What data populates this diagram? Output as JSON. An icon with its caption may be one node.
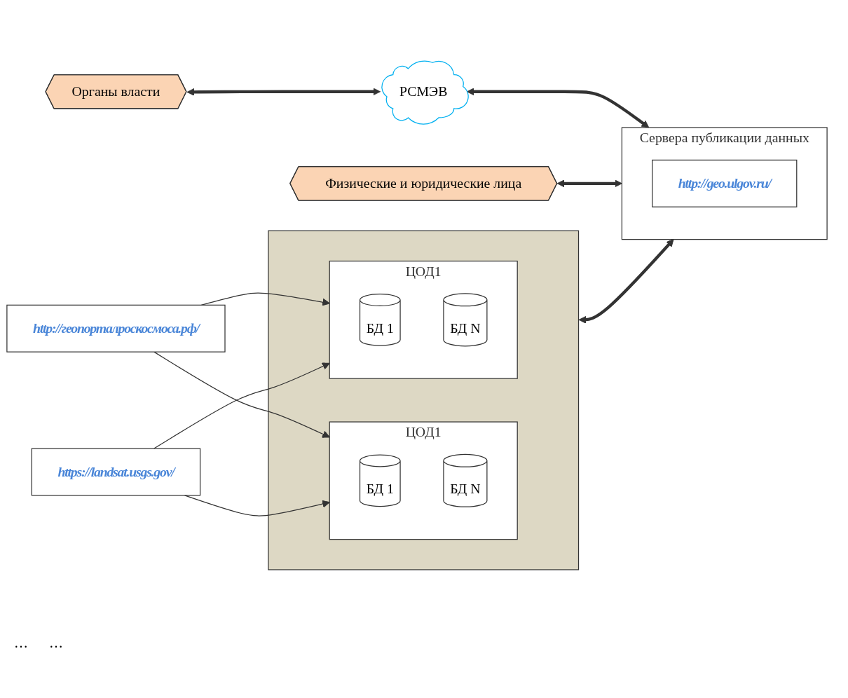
{
  "diagram": {
    "nodes": [
      {
        "text": [
          "http://геопорталроскосмоса.рф/"
        ]
      },
      {
        "text": [
          "https://landsat.usgs.gov/"
        ]
      },
      {
        "text": [],
        "shape": "box"
      },
      {
        "text": [
          "ЦОД1"
        ],
        "in": 2
      },
      {
        "text": [
          "БД 1"
        ],
        "in": 3
      },
      {
        "text": [
          "БД N"
        ],
        "in": 3
      },
      {
        "text": [
          "ЦОД1"
        ],
        "in": 2
      },
      {
        "text": [
          "БД 1"
        ],
        "in": 6
      },
      {
        "text": [
          "БД N"
        ],
        "in": 6
      },
      {
        "text": [
          "Органы власти"
        ]
      },
      {
        "text": [
          "Физические и юридические лица"
        ]
      },
      {
        "text": [
          "РСМЭВ"
        ]
      },
      {
        "text": [
          "Сервера публикации данных"
        ]
      },
      {
        "text": [
          "http://geo.ulgov.ru/"
        ],
        "in": 12
      }
    ],
    "edges": [
      {
        "from": 0,
        "to": 3,
        "arrow": "to"
      },
      {
        "from": 0,
        "to": 6,
        "arrow": "to"
      },
      {
        "from": 1,
        "to": 3,
        "arrow": "to"
      },
      {
        "from": 1,
        "to": 6,
        "arrow": "to"
      },
      {
        "from": 9,
        "to": 11,
        "arrow": "both",
        "style": "thick"
      },
      {
        "from": 11,
        "to": 12,
        "arrow": "both",
        "style": "thick"
      },
      {
        "from": 10,
        "to": 12,
        "arrow": "both",
        "style": "thick"
      },
      {
        "from": 2,
        "to": 12,
        "arrow": "both",
        "style": "thick"
      }
    ],
    "labels": [
      "…",
      "…"
    ]
  }
}
